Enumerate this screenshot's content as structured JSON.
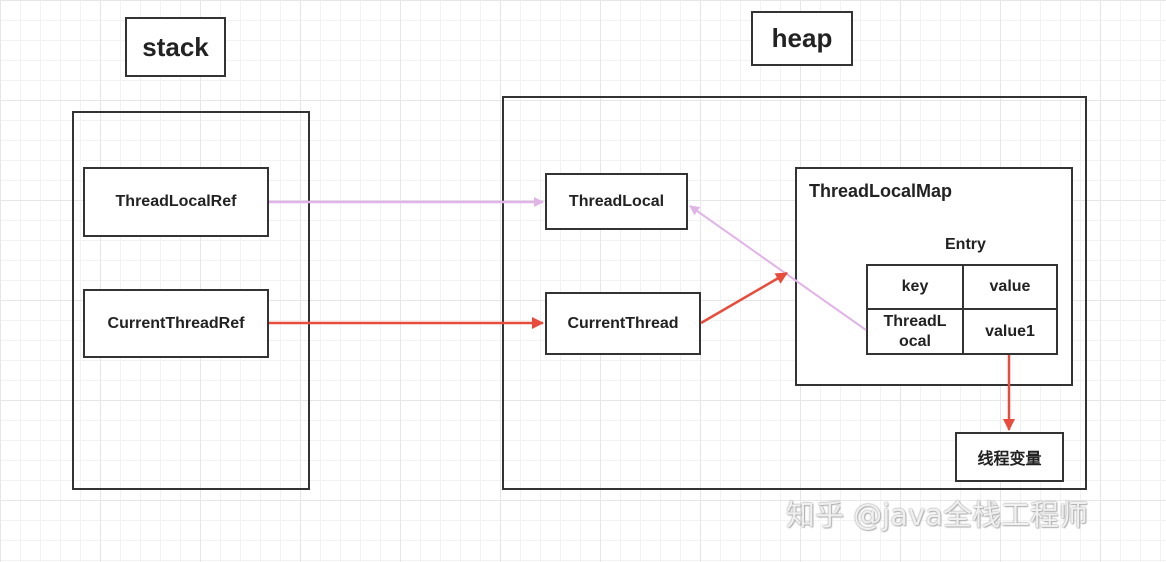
{
  "stack_label": "stack",
  "heap_label": "heap",
  "stack": {
    "thread_local_ref": "ThreadLocalRef",
    "current_thread_ref": "CurrentThreadRef"
  },
  "heap": {
    "thread_local": "ThreadLocal",
    "current_thread": "CurrentThread",
    "thread_local_map": {
      "title": "ThreadLocalMap",
      "entry_label": "Entry",
      "headers": {
        "key": "key",
        "value": "value"
      },
      "row": {
        "key": "ThreadL ocal",
        "value": "value1"
      }
    },
    "thread_variable": "线程变量"
  },
  "colors": {
    "ref_arrow": "#e1b4e8",
    "thread_arrow": "#e74c3c",
    "border": "#333333"
  },
  "watermark": "知乎 @java全栈工程师"
}
